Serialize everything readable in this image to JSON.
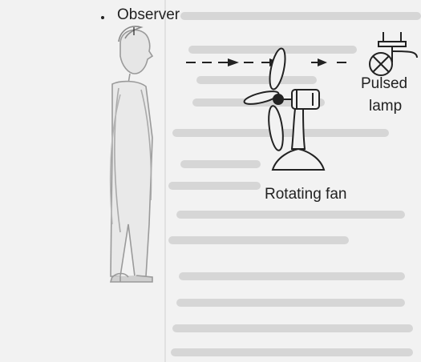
{
  "labels": {
    "observer": "Observer",
    "pulsed": "Pulsed",
    "lamp": "lamp",
    "fan": "Rotating fan"
  },
  "colors": {
    "ink": "#222222",
    "background": "#f2f2f2",
    "bleedthrough": "#c9c9c9"
  }
}
